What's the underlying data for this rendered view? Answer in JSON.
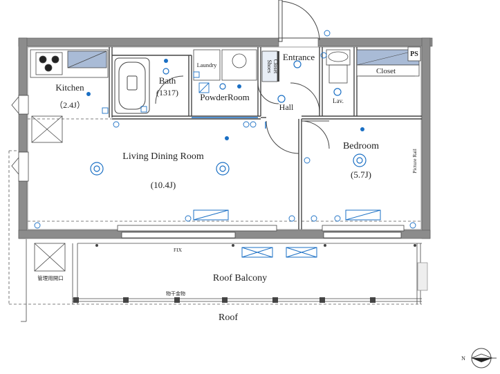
{
  "rooms": {
    "kitchen": {
      "name": "Kitchen",
      "size": "（2.4J）"
    },
    "bath": {
      "name": "Bath",
      "size": "(1317)"
    },
    "powder_room": {
      "name": "PowderRoom"
    },
    "laundry": {
      "name": "Laundry"
    },
    "entrance": {
      "name": "Entrance"
    },
    "shoes_closet": {
      "name_line1": "Shoes",
      "name_line2": "Closet"
    },
    "hall": {
      "name": "Hall"
    },
    "lav": {
      "name": "Lav."
    },
    "ps": {
      "name": "PS"
    },
    "closet": {
      "name": "Closet"
    },
    "living": {
      "name": "Living Dining Room",
      "size": "(10.4J)"
    },
    "bedroom": {
      "name": "Bedroom",
      "size": "(5.7J)"
    },
    "picture_rail": {
      "name": "Picture Rail"
    },
    "roof_balcony": {
      "name": "Roof Balcony"
    },
    "roof": {
      "name": "Roof"
    }
  },
  "annotations": {
    "fix": "FIX",
    "access_hatch": "管理用開口",
    "drying_hardware": "物干金物"
  },
  "compass": {
    "letter": "N"
  },
  "colors": {
    "wall": "#8c8c8c",
    "fixture": "#1a6fc4",
    "closet_fill": "#a9bbd6"
  }
}
